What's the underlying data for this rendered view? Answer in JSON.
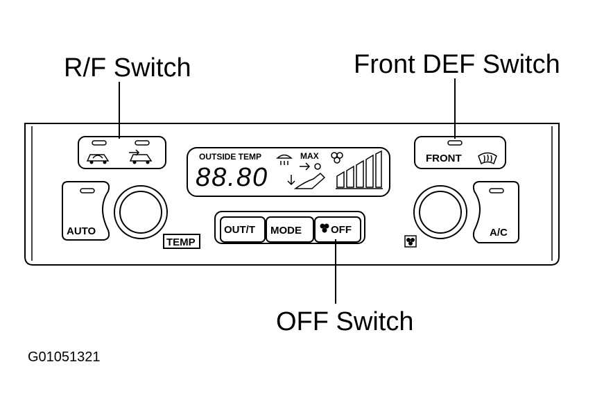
{
  "callouts": {
    "rf_switch": "R/F Switch",
    "front_def_switch": "Front DEF Switch",
    "off_switch": "OFF Switch"
  },
  "panel": {
    "display": {
      "outside_temp_label": "OUTSIDE TEMP",
      "max_label": "MAX",
      "digits": "88.80"
    },
    "buttons": {
      "out_t": "OUT/T",
      "mode": "MODE",
      "off": "OFF",
      "front": "FRONT",
      "auto": "AUTO",
      "ac": "A/C",
      "temp": "TEMP"
    }
  },
  "figure_id": "G01051321"
}
